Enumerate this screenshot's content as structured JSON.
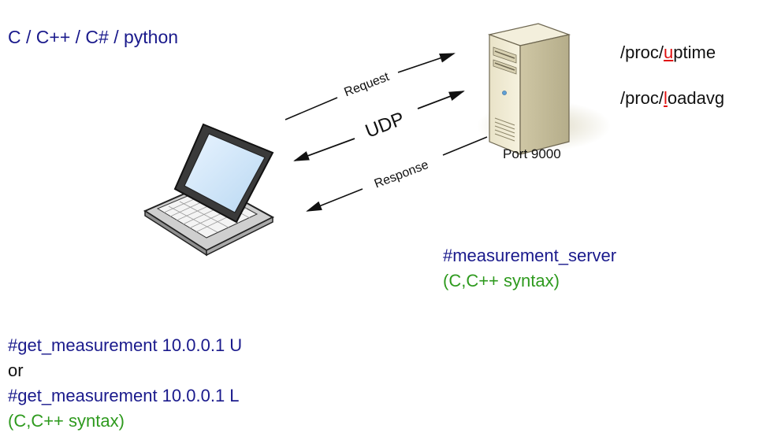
{
  "languages": "C  /  C++  /  C# / python",
  "proc": {
    "uptime_prefix": "/proc/",
    "uptime_key": "u",
    "uptime_rest": "ptime",
    "loadavg_prefix": "/proc/",
    "loadavg_key": "l",
    "loadavg_rest": "oadavg"
  },
  "port_label": "Port 9000",
  "arrows": {
    "request": "Request",
    "protocol": "UDP",
    "response": "Response"
  },
  "server": {
    "command": "#measurement_server",
    "syntax": "(C,C++ syntax)"
  },
  "client": {
    "command_u": "#get_measurement 10.0.0.1 U",
    "or": "or",
    "command_l": "#get_measurement 10.0.0.1 L",
    "syntax": "(C,C++ syntax)"
  },
  "colors": {
    "navy": "#1a1a8c",
    "green": "#2e9a1e",
    "highlight": "#e01010"
  }
}
